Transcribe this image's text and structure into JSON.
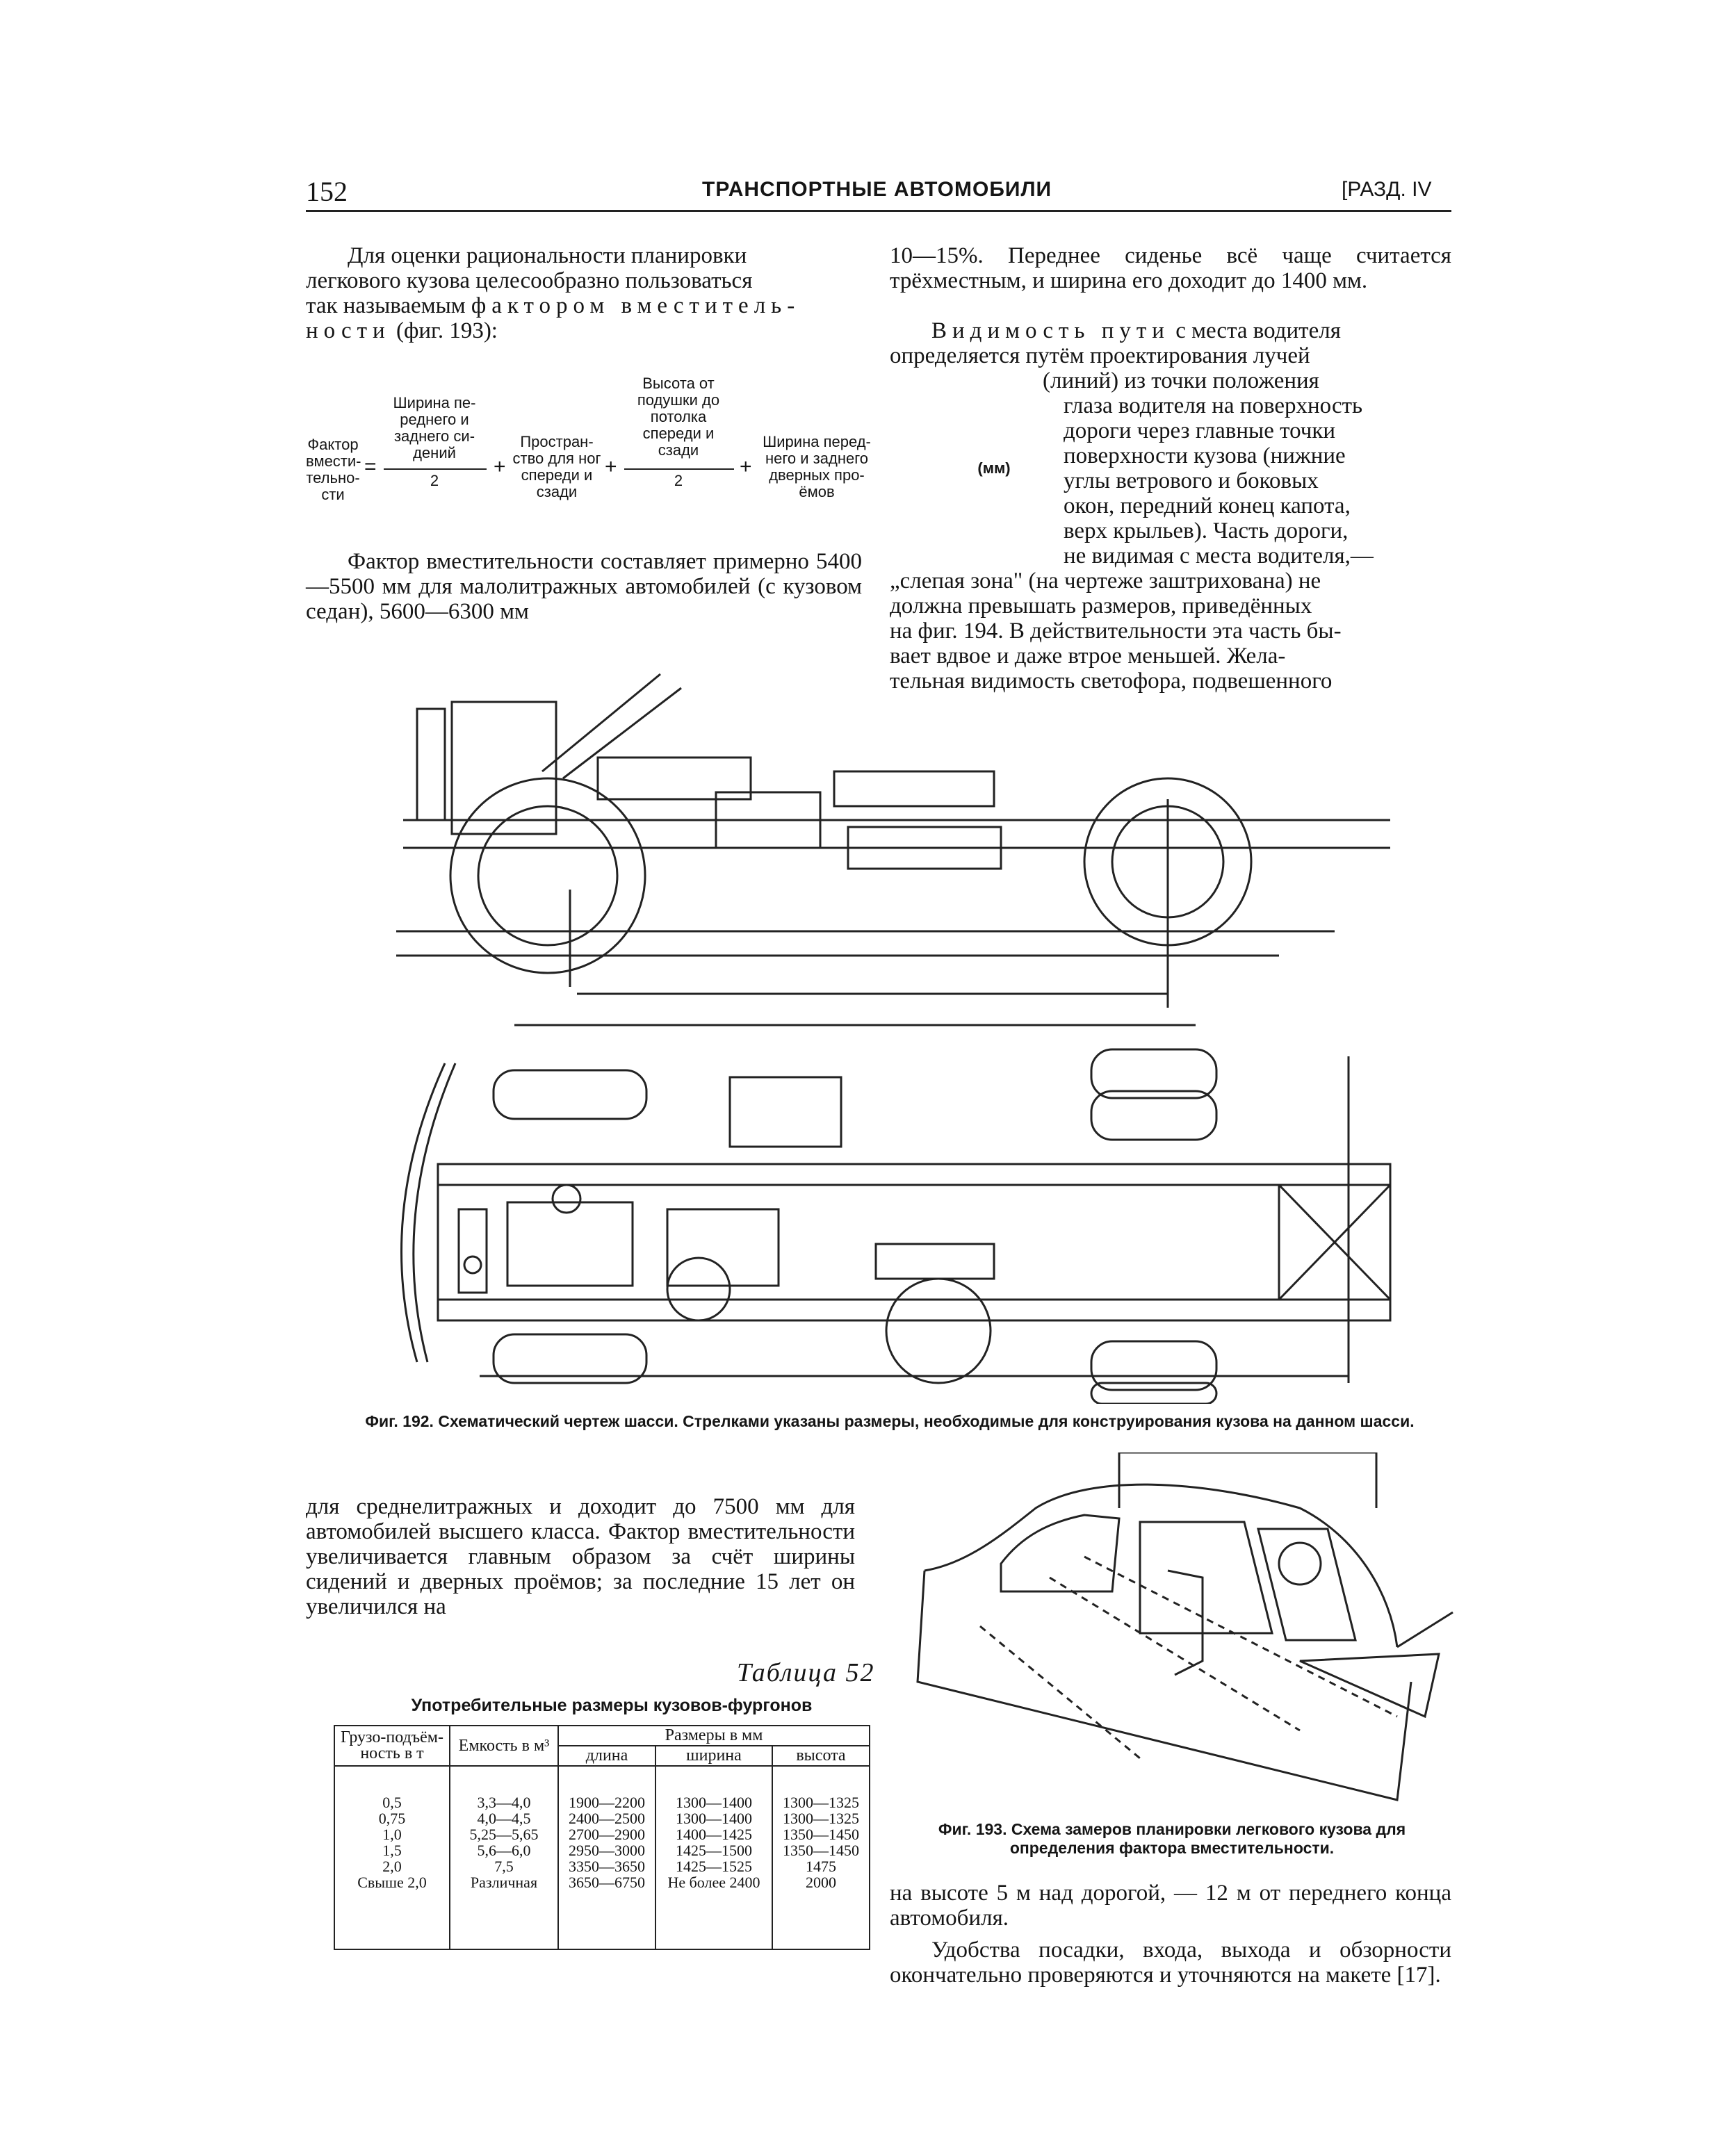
{
  "header": {
    "page_number": "152",
    "title": "ТРАНСПОРТНЫЕ АВТОМОБИЛИ",
    "section": "[РАЗД. IV"
  },
  "left_column": {
    "intro_lines": [
      "Для оценки рациональности планировки",
      "легкового кузова целесообразно пользоваться",
      "так называемым"
    ],
    "intro_spaced": "фактором вместитель-",
    "intro_spaced_2": "ности",
    "intro_tail": "(фиг. 193):",
    "formula": {
      "lhs": "Фактор вмести-тельно-сти",
      "equals": "=",
      "term1_num": "Ширина пе-реднего и заднего си-дений",
      "term1_den": "2",
      "plus1": "+",
      "term2": "Простран-ство для ног спереди и сзади",
      "plus2": "+",
      "term3_num": "Высота от подушки до потолка спереди и сзади",
      "term3_den": "2",
      "plus3": "+",
      "term4": "Ширина перед-него и заднего дверных про-ёмов",
      "unit": "(мм)"
    },
    "para2": "Фактор вместительности составляет примерно 5400—5500 мм для малолитражных автомобилей (с кузовом седан), 5600—6300 мм",
    "para3": "для среднелитражных и доходит до 7500 мм для автомобилей высшего класса. Фактор вместительности увеличивается главным образом за счёт ширины сидений и дверных проёмов; за последние 15 лет он увеличился на"
  },
  "right_column": {
    "para1": "10—15%. Переднее сиденье всё чаще считается трёхместным, и ширина его доходит до 1400 мм.",
    "visibility_spaced": "Видимость пути",
    "visibility_rest": "с места водителя",
    "visibility_lines": [
      "определяется путём проектирования лучей",
      "(линий) из точки положения",
      "глаза водителя на поверхность",
      "дороги через главные точки",
      "поверхности кузова (нижние",
      "углы ветрового и боковых",
      "окон, передний конец капота,",
      "верх крыльев). Часть дороги,",
      "не видимая с места водителя,—",
      "„слепая зона\" (на чертеже заштрихована) не",
      "должна превышать размеров, приведённых",
      "на фиг. 194. В действительности эта часть бы-",
      "вает вдвое и даже втрое меньшей. Жела-",
      "тельная видимость светофора, подвешенного"
    ],
    "para_end_1": "на высоте 5 м над дорогой, — 12 м от переднего конца автомобиля.",
    "para_end_2": "Удобства посадки, входа, выхода и обзорности окончательно проверяются и уточняются на макете [17]."
  },
  "figure_192": {
    "caption": "Фиг. 192. Схематический чертеж шасси. Стрелками указаны размеры, необходимые для конструирования кузова на данном шасси."
  },
  "figure_193": {
    "caption": "Фиг. 193. Схема замеров планировки легкового кузова для определения фактора вместительности."
  },
  "table": {
    "number": "Таблица 52",
    "title": "Употребительные размеры кузовов-фургонов",
    "headers": {
      "load": "Грузо-подъём-ность в т",
      "capacity": "Емкость в м³",
      "sizes": "Размеры в мм",
      "length": "длина",
      "width": "ширина",
      "height": "высота"
    },
    "rows": {
      "load": [
        "0,5",
        "0,75",
        "1,0",
        "1,5",
        "2,0",
        "Свыше 2,0"
      ],
      "capacity": [
        "3,3—4,0",
        "4,0—4,5",
        "5,25—5,65",
        "5,6—6,0",
        "7,5",
        "Различная"
      ],
      "length": [
        "1900—2200",
        "2400—2500",
        "2700—2900",
        "2950—3000",
        "3350—3650",
        "3650—6750"
      ],
      "width": [
        "1300—1400",
        "1300—1400",
        "1400—1425",
        "1425—1500",
        "1425—1525",
        "Не более 2400"
      ],
      "height": [
        "1300—1325",
        "1300—1325",
        "1350—1450",
        "1350—1450",
        "1475",
        "2000"
      ]
    }
  }
}
